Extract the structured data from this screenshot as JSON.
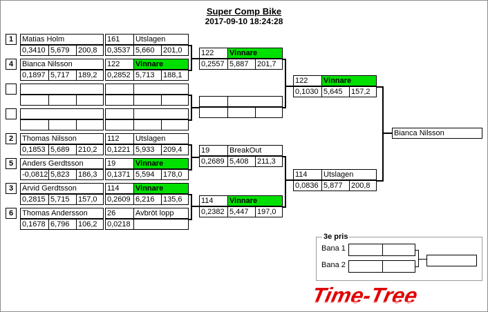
{
  "header": {
    "title": "Super Comp Bike",
    "datetime": "2017-09-10 18:24:28"
  },
  "round1": [
    {
      "seed": "1",
      "name": "Matias Holm",
      "rt": "0,3410",
      "et": "5,679",
      "speed": "200,8",
      "r_no": "161",
      "r_status": "Utslagen",
      "r_rt": "0,3537",
      "r_et": "5,660",
      "r_speed": "201,0"
    },
    {
      "seed": "4",
      "name": "Bianca Nilsson",
      "rt": "0,1897",
      "et": "5,717",
      "speed": "189,2",
      "r_no": "122",
      "r_status": "Vinnare",
      "r_rt": "0,2852",
      "r_et": "5,713",
      "r_speed": "188,1"
    },
    {
      "seed": "",
      "name": "",
      "rt": "",
      "et": "",
      "speed": "",
      "r_no": "",
      "r_status": "",
      "r_rt": "",
      "r_et": "",
      "r_speed": ""
    },
    {
      "seed": "",
      "name": "",
      "rt": "",
      "et": "",
      "speed": "",
      "r_no": "",
      "r_status": "",
      "r_rt": "",
      "r_et": "",
      "r_speed": ""
    },
    {
      "seed": "2",
      "name": "Thomas Nilsson",
      "rt": "0,1853",
      "et": "5,689",
      "speed": "210,2",
      "r_no": "112",
      "r_status": "Utslagen",
      "r_rt": "0,1221",
      "r_et": "5,933",
      "r_speed": "209,4"
    },
    {
      "seed": "5",
      "name": "Anders Gerdtsson",
      "rt": "-0,0812",
      "et": "5,823",
      "speed": "186,3",
      "r_no": "19",
      "r_status": "Vinnare",
      "r_rt": "0,1371",
      "r_et": "5,594",
      "r_speed": "178,0"
    },
    {
      "seed": "3",
      "name": "Arvid Gerdtsson",
      "rt": "0,2815",
      "et": "5,715",
      "speed": "157,0",
      "r_no": "114",
      "r_status": "Vinnare",
      "r_rt": "0,2609",
      "r_et": "6,216",
      "r_speed": "135,6"
    },
    {
      "seed": "6",
      "name": "Thomas Andersson",
      "rt": "0,1678",
      "et": "6,796",
      "speed": "106,2",
      "r_no": "26",
      "r_status": "Avbröt lopp",
      "r_rt": "0,0218",
      "r_et": "",
      "r_speed": ""
    }
  ],
  "round2": [
    {
      "no": "122",
      "status": "Vinnare",
      "rt": "0,2557",
      "et": "5,887",
      "speed": "201,7"
    },
    {
      "no": "",
      "status": "",
      "rt": "",
      "et": "",
      "speed": ""
    },
    {
      "no": "19",
      "status": "BreakOut",
      "rt": "0,2689",
      "et": "5,408",
      "speed": "211,3"
    },
    {
      "no": "114",
      "status": "Vinnare",
      "rt": "0,2382",
      "et": "5,447",
      "speed": "197,0"
    }
  ],
  "round3": [
    {
      "no": "122",
      "status": "Vinnare",
      "rt": "0,1030",
      "et": "5,645",
      "speed": "157,2"
    },
    {
      "no": "114",
      "status": "Utslagen",
      "rt": "0,0836",
      "et": "5,877",
      "speed": "200,8"
    }
  ],
  "final": {
    "winner": "Bianca Nilsson"
  },
  "third_place": {
    "title": "3e pris",
    "lane1_label": "Bana 1",
    "lane2_label": "Bana 2"
  },
  "logo": {
    "text": "Time-Tree",
    "color": "#e00000"
  },
  "colors": {
    "winner_bg": "#00e000"
  }
}
